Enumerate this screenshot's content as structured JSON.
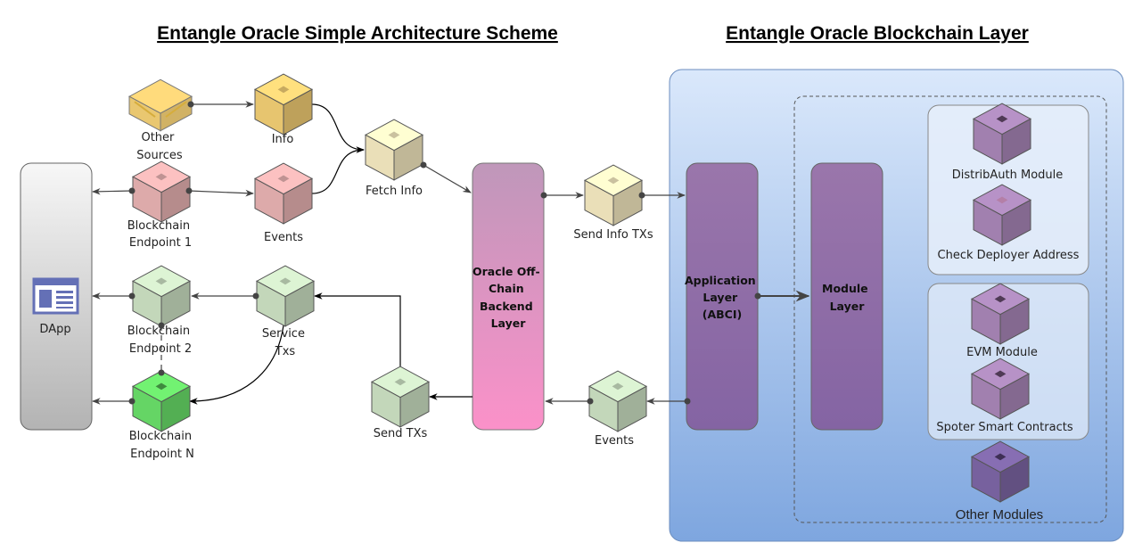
{
  "titles": {
    "left": "Entangle Oracle Simple Architecture Scheme",
    "right": "Entangle Oracle Blockchain Layer"
  },
  "nodes": {
    "other_sources": [
      "Other",
      "Sources"
    ],
    "info": "Info",
    "blockchain_endpoint_1": [
      "Blockchain",
      "Endpoint 1"
    ],
    "events_left": "Events",
    "fetch_info": "Fetch Info",
    "dapp": "DApp",
    "blockchain_endpoint_2": [
      "Blockchain",
      "Endpoint 2"
    ],
    "service_txs": [
      "Service",
      "Txs"
    ],
    "blockchain_endpoint_n": [
      "Blockchain",
      "Endpoint N"
    ],
    "send_txs": "Send TXs",
    "offchain_layer": [
      "Oracle Off-",
      "Chain",
      "Backend",
      "Layer"
    ],
    "send_info_txs": "Send Info TXs",
    "events_right": "Events",
    "application_layer": [
      "Application",
      "Layer",
      "(ABCI)"
    ],
    "module_layer": [
      "Module",
      "Layer"
    ],
    "distribauth_module": "DistribAuth Module",
    "check_deployer_address": "Check Deployer Address",
    "evm_module": "EVM Module",
    "spoter_smart_contracts": "Spoter Smart Contracts",
    "other_modules": "Other Modules"
  },
  "colors": {
    "yellow": "#f3cf75",
    "cream": "#f6ebc2",
    "pink": "#e9b3b3",
    "green": "#cde2c4",
    "bright_green": "#6ae06a",
    "purple": "#a987b8",
    "dark_purple": "#7d66a6",
    "blockchain_panel": "#9cb9e6"
  }
}
